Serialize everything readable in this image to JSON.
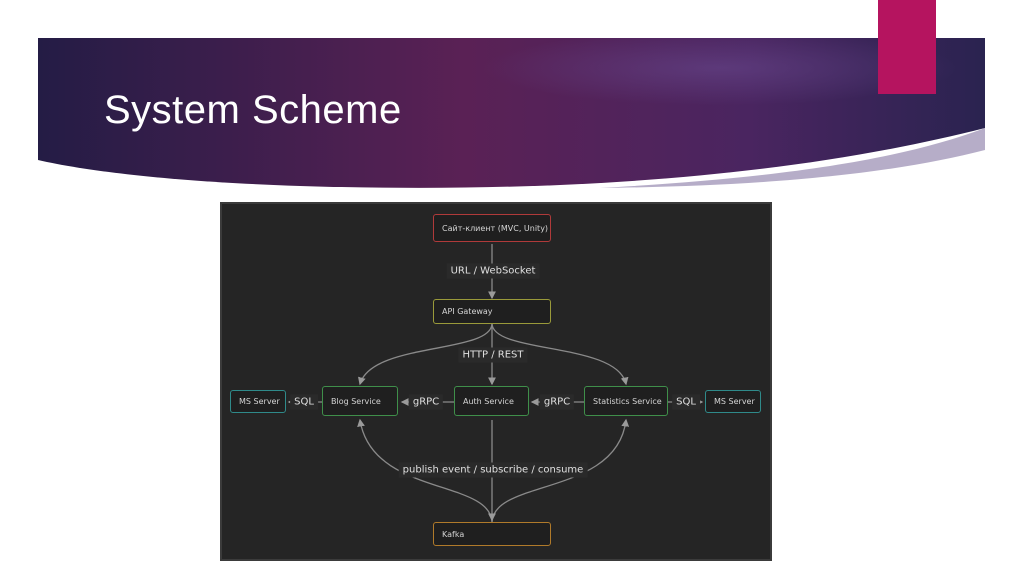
{
  "slide": {
    "title": "System Scheme",
    "colors": {
      "band_start": "#1f1a3f",
      "band_mid": "#5a2155",
      "band_end": "#2a2350",
      "accent_tab": "#b5145f",
      "diagram_bg": "#252525"
    }
  },
  "diagram": {
    "nodes": {
      "client": "Сайт-клиент (MVC, Unity)",
      "gateway": "API Gateway",
      "blog": "Blog Service",
      "auth": "Auth Service",
      "stats": "Statistics Service",
      "ms_left": "MS Server",
      "ms_right": "MS Server",
      "kafka": "Kafka"
    },
    "node_colors": {
      "client": "#b03a3a",
      "gateway": "#9a9a3a",
      "services": "#3f8f4a",
      "ms": "#2f8a8a",
      "kafka": "#b07a2a"
    },
    "edge_labels": {
      "url_ws": "URL / WebSocket",
      "http_rest": "HTTP / REST",
      "grpc_left": "gRPC",
      "grpc_right": "gRPC",
      "sql_left": "SQL",
      "sql_right": "SQL",
      "kafka_events": "publish event / subscribe / consume"
    }
  }
}
